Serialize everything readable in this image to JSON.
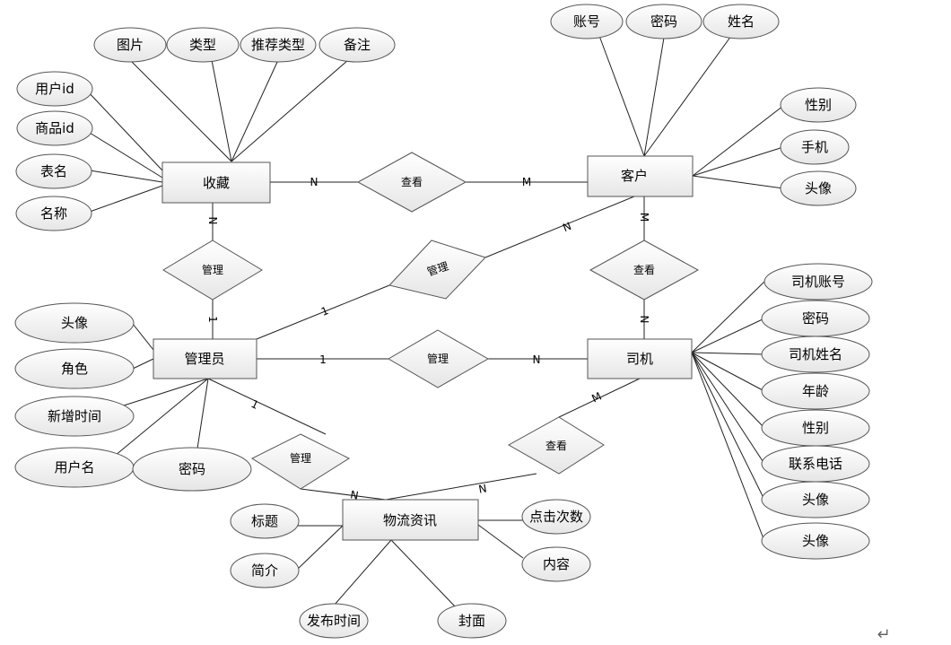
{
  "entities": {
    "favorite": "收藏",
    "customer": "客户",
    "admin": "管理员",
    "driver": "司机",
    "logistics": "物流资讯"
  },
  "relationships": {
    "fav_cust": "查看",
    "fav_admin": "管理",
    "admin_cust": "管理",
    "cust_driver": "查看",
    "admin_driver": "管理",
    "admin_logi": "管理",
    "driver_logi": "查看"
  },
  "attributes": {
    "fav_image": "图片",
    "fav_type": "类型",
    "fav_rec_type": "推荐类型",
    "fav_remark": "备注",
    "fav_user_id": "用户id",
    "fav_goods_id": "商品id",
    "fav_table": "表名",
    "fav_name": "名称",
    "cust_account": "账号",
    "cust_password": "密码",
    "cust_name": "姓名",
    "cust_gender": "性别",
    "cust_phone": "手机",
    "cust_avatar": "头像",
    "admin_avatar": "头像",
    "admin_role": "角色",
    "admin_added": "新增时间",
    "admin_username": "用户名",
    "admin_password": "密码",
    "driver_account": "司机账号",
    "driver_password": "密码",
    "driver_name": "司机姓名",
    "driver_age": "年龄",
    "driver_gender": "性别",
    "driver_phone": "联系电话",
    "driver_avatar1": "头像",
    "driver_avatar2": "头像",
    "logi_title": "标题",
    "logi_intro": "简介",
    "logi_clicks": "点击次数",
    "logi_content": "内容",
    "logi_publish": "发布时间",
    "logi_cover": "封面"
  },
  "cardinalities": {
    "fav_cust_n": "N",
    "fav_cust_m": "M",
    "fav_admin_n": "N",
    "fav_admin_1": "1",
    "admin_cust_1": "1",
    "admin_cust_n": "N",
    "cust_driver_m": "M",
    "cust_driver_n": "N",
    "admin_driver_1": "1",
    "admin_driver_n": "N",
    "admin_logi_1": "1",
    "admin_logi_n": "N",
    "driver_logi_m": "M",
    "driver_logi_n": "N"
  },
  "pilcrow": "↵"
}
